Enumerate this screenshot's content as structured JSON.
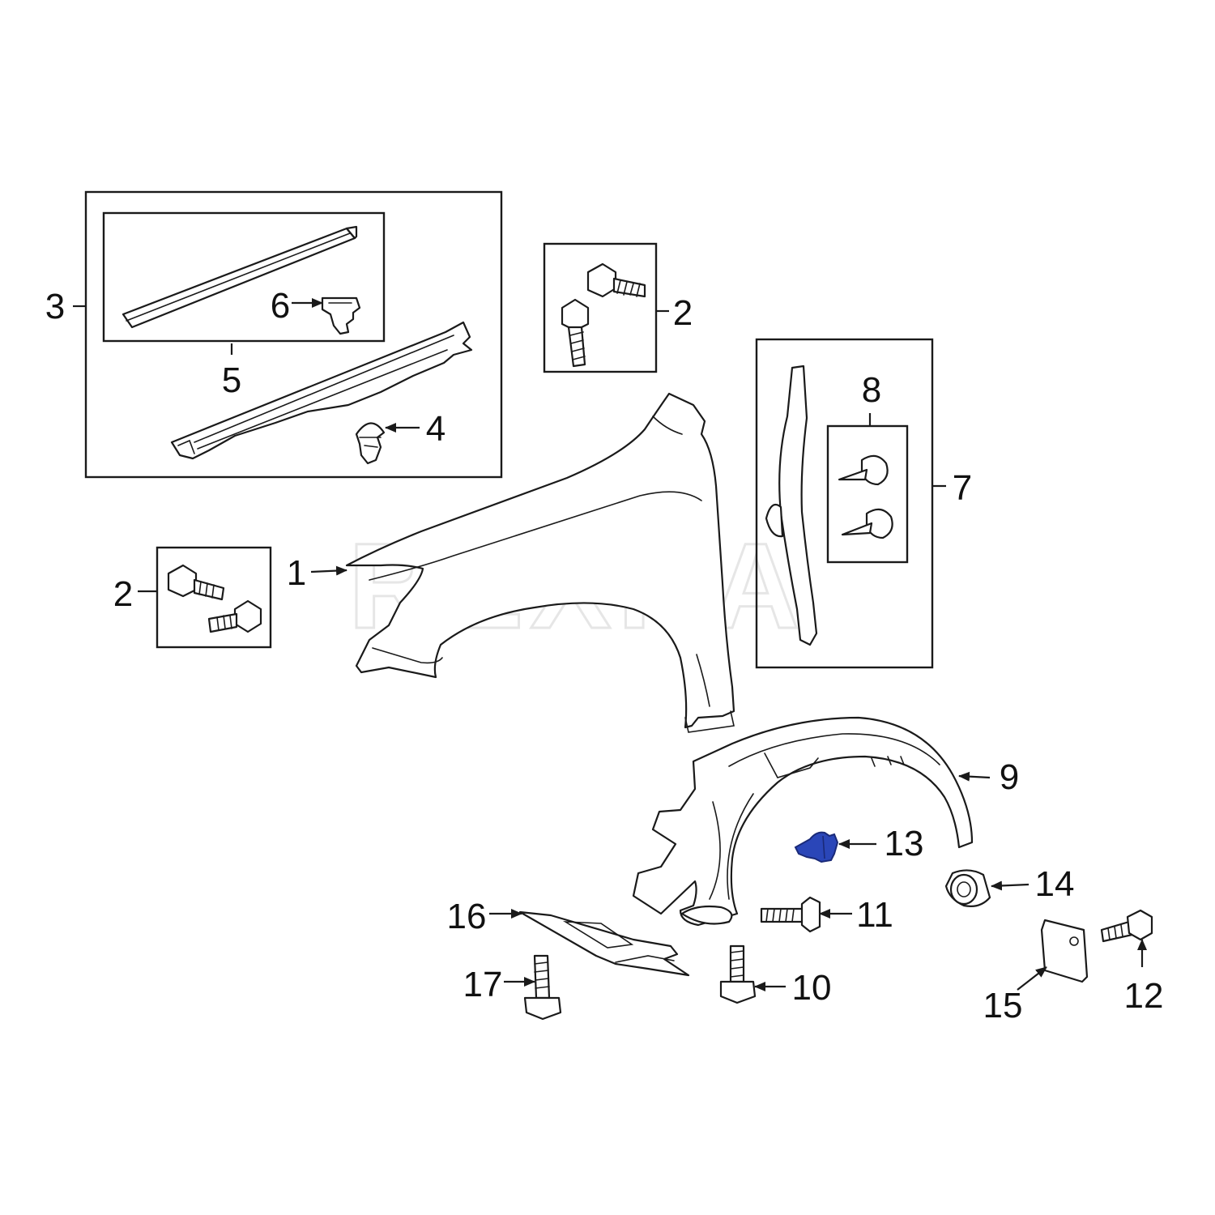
{
  "watermark": "REXKA",
  "highlight_color": "#2a46b8",
  "callouts": {
    "c1": "1",
    "c2a": "2",
    "c2b": "2",
    "c3": "3",
    "c4": "4",
    "c5": "5",
    "c6": "6",
    "c7": "7",
    "c8": "8",
    "c9": "9",
    "c10": "10",
    "c11": "11",
    "c12": "12",
    "c13": "13",
    "c14": "14",
    "c15": "15",
    "c16": "16",
    "c17": "17"
  }
}
